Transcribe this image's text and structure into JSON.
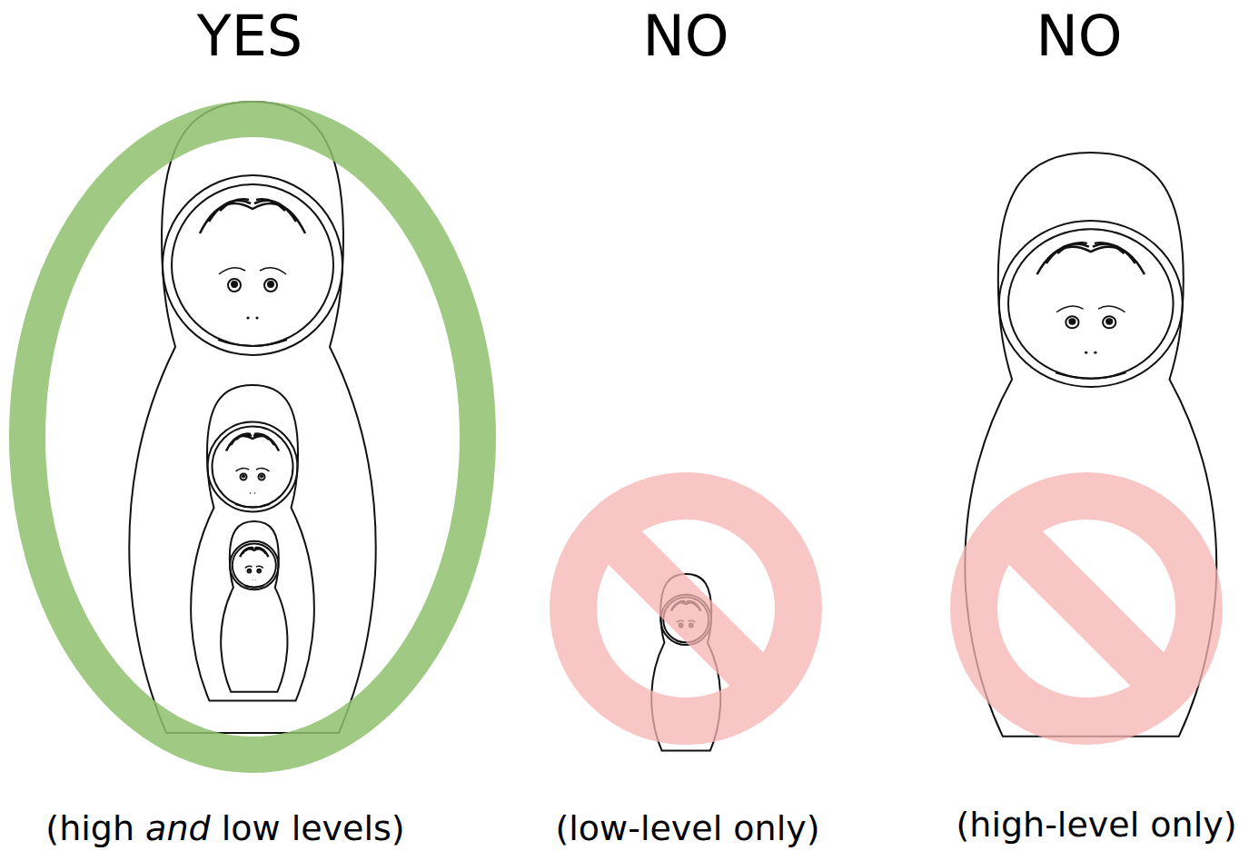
{
  "diagram": {
    "labels": [
      "YES",
      "NO",
      "NO",
      "(high and low levels)",
      "(low-level only)",
      "(high-level only)"
    ]
  }
}
